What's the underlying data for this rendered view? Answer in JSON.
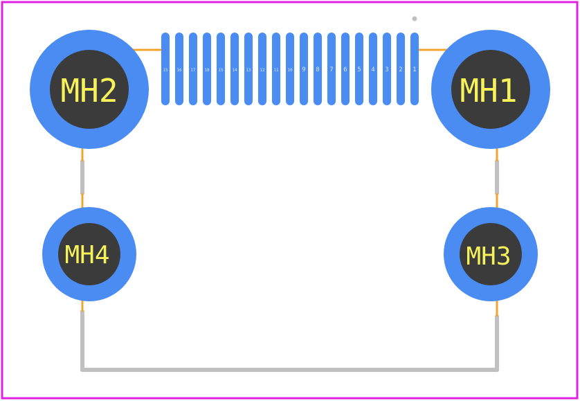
{
  "colors": {
    "frame": "#e020e0",
    "silkscreen": "#c0c0c0",
    "courtyard": "#f2a52c",
    "pad": "#4a8cf2",
    "drill": "#3b3b3b",
    "pad_label": "#f7f25a",
    "pin_label": "#d8e6ff"
  },
  "mounting_holes": [
    {
      "label": "MH2",
      "size": "large"
    },
    {
      "label": "MH1",
      "size": "large"
    },
    {
      "label": "MH4",
      "size": "small"
    },
    {
      "label": "MH3",
      "size": "small"
    }
  ],
  "pins": [
    "15",
    "16",
    "17",
    "18",
    "15",
    "14",
    "13",
    "12",
    "11",
    "10",
    "9",
    "8",
    "7",
    "6",
    "5",
    "4",
    "3",
    "2",
    "1"
  ],
  "pin1_marker": "dot"
}
